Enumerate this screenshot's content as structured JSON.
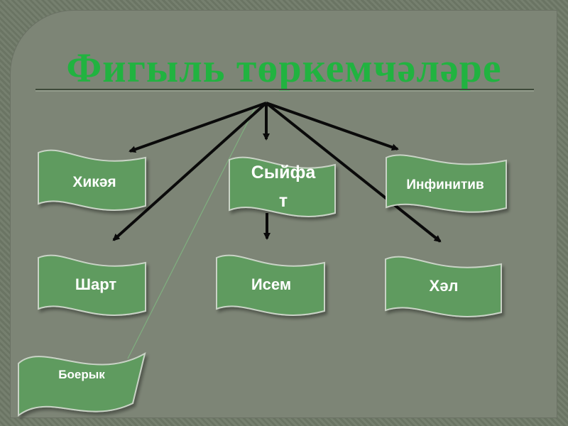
{
  "title": "Фигыль төркемчәләре",
  "colors": {
    "title": "#21b340",
    "banner_fill": "#5e9b5e",
    "banner_stroke": "#c9d3c6",
    "arrow": "#0a0a0a",
    "background": "#7d8576"
  },
  "nodes": {
    "hikaya": "Хикәя",
    "syifat_line1": "Сыйфа",
    "syifat_line2": "т",
    "infinitiv": "Инфинитив",
    "shart": "Шарт",
    "isem": "Исем",
    "hal": "Хәл",
    "boeryk": "Боерык"
  }
}
